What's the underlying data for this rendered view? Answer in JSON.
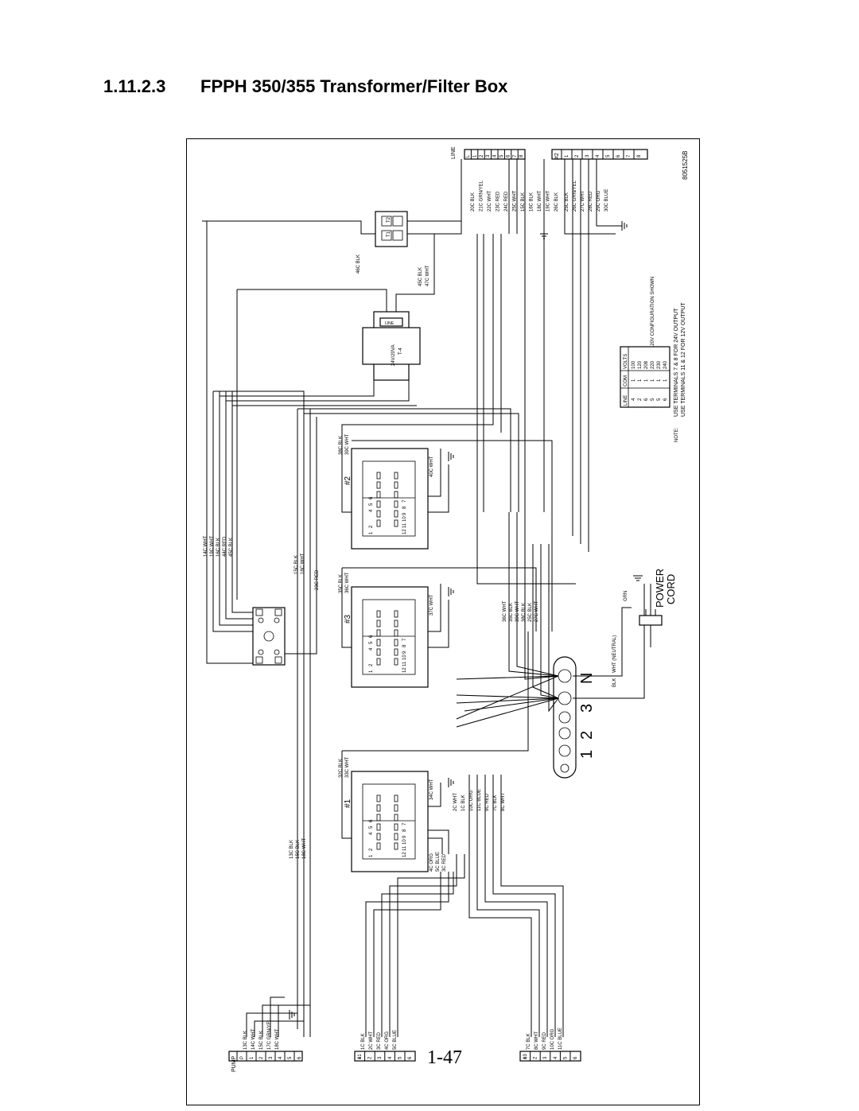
{
  "heading": {
    "number": "1.11.2.3",
    "title": "FPPH 350/355 Transformer/Filter Box"
  },
  "page_number": "1-47",
  "drawing_number": "8051525B",
  "terminal_strip_line": {
    "label": "LINE",
    "terminals": [
      "L",
      "1",
      "2",
      "3",
      "4",
      "5",
      "6",
      "7",
      "8"
    ],
    "wires": [
      "20C BLK",
      "21C GRN/YEL",
      "22C WHT",
      "23C RED",
      "24C RED",
      "25C WHT",
      "15C BLK",
      "16C BLK",
      "18C WHT",
      "19C WHT",
      "26C BLK"
    ]
  },
  "terminal_strip_2": {
    "label": "#2",
    "terminals": [
      "1",
      "2",
      "3",
      "4",
      "5",
      "6",
      "7",
      "8"
    ],
    "wires": [
      "25C BLK",
      "26C GRN/YEL",
      "27C WHT",
      "28C RED",
      "29C ORG",
      "30C BLUE"
    ]
  },
  "filter": {
    "t1": "T1",
    "t2": "T2",
    "wires": [
      "46C BLK",
      "45C BLK",
      "47C WHT"
    ]
  },
  "transformer": {
    "rating": "24V/20VA",
    "id": "T-4",
    "line_label": "LINE"
  },
  "note": {
    "label": "NOTE:",
    "config": "120V CONFIGURATION SHOWN",
    "lines": [
      "USE TERMINALS 7 & 8 FOR 24V OUTPUT",
      "USE TERMINALS 11 & 12 FOR 12V OUTPUT"
    ]
  },
  "volts_table": {
    "headers": [
      "VOLTS",
      "COM",
      "LINE"
    ],
    "rows": [
      [
        "100",
        "1",
        "4"
      ],
      [
        "120",
        "1",
        "2"
      ],
      [
        "208",
        "1",
        "6"
      ],
      [
        "220",
        "1",
        "5"
      ],
      [
        "230",
        "1",
        "5"
      ],
      [
        "240",
        "1",
        "6"
      ]
    ]
  },
  "relay2": {
    "label": "#2",
    "wires": [
      "38C BLK",
      "39C WHT",
      "40C WHT"
    ]
  },
  "relay3": {
    "label": "#3",
    "wires": [
      "35C BLK",
      "36C WHT",
      "37C WHT"
    ]
  },
  "relay1": {
    "label": "#1",
    "wires": [
      "32C BLK",
      "33C WHT",
      "34C WHT",
      "4C ORG",
      "5C BLUE",
      "3C RED"
    ]
  },
  "relay_pins": [
    "1",
    "2",
    "4",
    "5",
    "6",
    "12",
    "11",
    "10",
    "9",
    "8",
    "7"
  ],
  "left_bundle": [
    "14C WHT",
    "19C WHT",
    "16C BLK",
    "44C RED",
    "45C BLK"
  ],
  "mid_bundle": [
    "15C BLK",
    "18C WHT"
  ],
  "mid_red": "23C RED",
  "low_bundle": [
    "13C BLK",
    "15C BLK",
    "18C WHT"
  ],
  "center_bundle": [
    "36C WHT",
    "35C BLK",
    "39C WHT",
    "38C BLK",
    "25C BLK",
    "27C WHT"
  ],
  "lower_center_bundle": [
    "2C WHT",
    "1C BLK",
    "10C ORG",
    "11C BLUE",
    "9C RED",
    "7C BLK",
    "8C WHT"
  ],
  "power_cord": {
    "label_top": "POWER",
    "label_bottom": "CORD",
    "grn": "GRN",
    "wht": "WHT (NEUTRAL)",
    "blk": "BLK"
  },
  "terminal_block_labels": [
    "1",
    "2",
    "3",
    "N"
  ],
  "pump_connector": {
    "label": "PUMP",
    "pins": [
      "P",
      "1",
      "2",
      "3",
      "4",
      "5",
      "6"
    ],
    "wires": [
      "13C BLK",
      "14C WHT",
      "15C BLK",
      "17C GRN/YEL",
      "18C WHT"
    ]
  },
  "conn1": {
    "label": "#1",
    "pins": [
      "1",
      "2",
      "3",
      "4",
      "5",
      "6"
    ],
    "wires": [
      "1C BLK",
      "2C WHT",
      "3C RED",
      "4C ORG",
      "5C BLUE"
    ]
  },
  "conn3": {
    "label": "#3",
    "pins": [
      "1",
      "2",
      "3",
      "4",
      "5",
      "6"
    ],
    "wires": [
      "7C BLK",
      "8C WHT",
      "9C RED",
      "10C ORG",
      "11C BLUE"
    ]
  }
}
